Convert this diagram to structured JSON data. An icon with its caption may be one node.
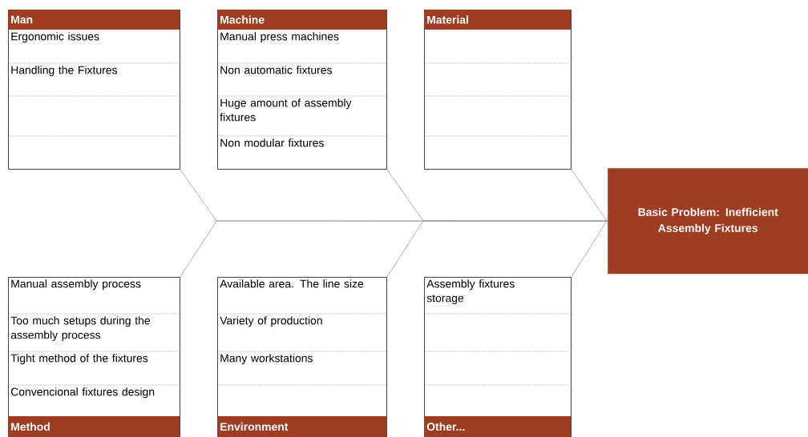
{
  "diagram": {
    "nodes": [
      {
        "text": [
          "Man",
          "Ergonomic issues",
          "Handling the Fixtures"
        ]
      },
      {
        "text": [
          "Machine",
          "Manual press machines",
          "Non automatic fixtures",
          "Huge amount of assembly fixtures",
          "Non modular fixtures"
        ]
      },
      {
        "text": [
          "Material"
        ]
      },
      {
        "text": [
          "Basic Problem: Inefficient Assembly Fixtures"
        ]
      },
      {
        "text": [
          "Manual assembly process",
          "Too much setups during the assembly process",
          "Tight method of the fixtures",
          "Convencional fixtures design",
          "Method"
        ]
      },
      {
        "text": [
          "Available area. The line size",
          "Variety  of  production",
          "Many workstations",
          "Environment"
        ]
      },
      {
        "text": [
          "Assembly fixtures storage",
          "Other..."
        ]
      }
    ],
    "edges": [
      {
        "from": 0,
        "to": 3,
        "arrow": "none"
      },
      {
        "from": 1,
        "to": 3,
        "arrow": "none"
      },
      {
        "from": 2,
        "to": 3,
        "arrow": "none"
      },
      {
        "from": 4,
        "to": 3,
        "arrow": "none"
      },
      {
        "from": 5,
        "to": 3,
        "arrow": "none"
      },
      {
        "from": 6,
        "to": 3,
        "arrow": "none"
      }
    ]
  }
}
